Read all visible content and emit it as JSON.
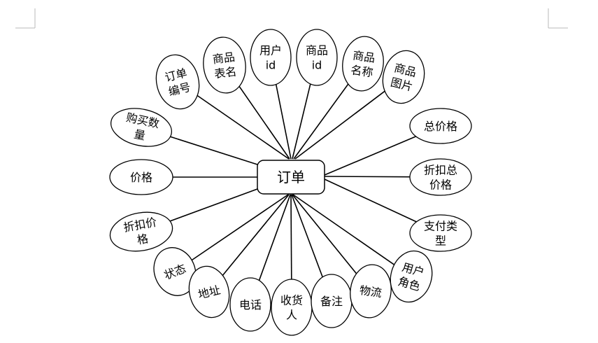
{
  "entity": {
    "label": "订单"
  },
  "attributes": [
    {
      "id": "order-number",
      "lines": [
        "订单",
        "编号"
      ]
    },
    {
      "id": "product-table-name",
      "lines": [
        "商品",
        "表名"
      ]
    },
    {
      "id": "user-id",
      "lines": [
        "用户",
        "id"
      ]
    },
    {
      "id": "product-id",
      "lines": [
        "商品",
        "id"
      ]
    },
    {
      "id": "product-name",
      "lines": [
        "商品",
        "名称"
      ]
    },
    {
      "id": "product-image",
      "lines": [
        "商品",
        "图片"
      ]
    },
    {
      "id": "purchase-quantity",
      "lines": [
        "购买数",
        "量"
      ]
    },
    {
      "id": "total-price",
      "lines": [
        "总价格"
      ]
    },
    {
      "id": "price",
      "lines": [
        "价格"
      ]
    },
    {
      "id": "total-discount-price",
      "lines": [
        "折扣总",
        "价格"
      ]
    },
    {
      "id": "discount-price",
      "lines": [
        "折扣价",
        "格"
      ]
    },
    {
      "id": "payment-type",
      "lines": [
        "支付类",
        "型"
      ]
    },
    {
      "id": "status",
      "lines": [
        "状态"
      ]
    },
    {
      "id": "address",
      "lines": [
        "地址"
      ]
    },
    {
      "id": "phone",
      "lines": [
        "电话"
      ]
    },
    {
      "id": "recipient",
      "lines": [
        "收货",
        "人"
      ]
    },
    {
      "id": "remarks",
      "lines": [
        "备注"
      ]
    },
    {
      "id": "logistics",
      "lines": [
        "物流"
      ]
    },
    {
      "id": "user-role",
      "lines": [
        "用户",
        "角色"
      ]
    }
  ]
}
